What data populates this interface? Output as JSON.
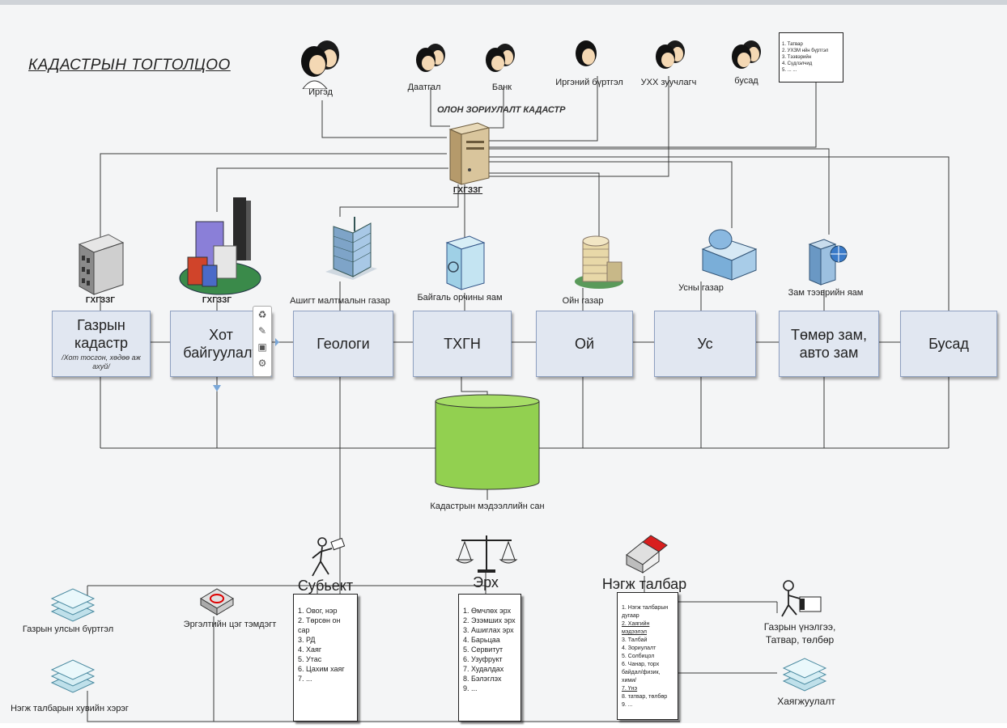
{
  "title": "КАДАСТРЫН ТОГТОЛЦОО",
  "subtitle": "ОЛОН ЗОРИУЛАЛТ КАДАСТР",
  "server_label": "ГХГЗЗГ",
  "stakeholders": [
    "Иргэд",
    "Даатгал",
    "Банк",
    "Иргэний бүртгэл",
    "УХХ зуучлагч",
    "бусад"
  ],
  "other_list": [
    "1. Татвар",
    "2. УХЗМ нйн бүртгэл",
    "3. Тээвэрийн",
    "4. Сүдлэлчид",
    "5. ... ..."
  ],
  "building_labels": [
    "ГХГЗЗГ",
    "ГХГЗЗГ",
    "Ашигт малтмалын газар",
    "Байгаль орчины яам",
    "Ойн газар",
    "Усны газар",
    "Зам тээврийн яам"
  ],
  "boxes": [
    {
      "name": "Газрын кадастр",
      "sub": "/Хот тосгон, хөдөө аж ахуй/"
    },
    {
      "name": "Хот байгуулалт",
      "sub": ""
    },
    {
      "name": "Геологи",
      "sub": ""
    },
    {
      "name": "ТХГН",
      "sub": ""
    },
    {
      "name": "Ой",
      "sub": ""
    },
    {
      "name": "Ус",
      "sub": ""
    },
    {
      "name": "Төмөр зам, авто зам",
      "sub": ""
    },
    {
      "name": "Бусад",
      "sub": ""
    }
  ],
  "database_label": "Кадастрын мэдээллийн сан",
  "subject": {
    "title": "Субьект",
    "items": [
      "1. Овог, нэр",
      "2. Төрсөн он сар",
      "3. РД",
      "4. Хаяг",
      "5. Утас",
      "6. Цахим хаяг",
      "7. ..."
    ]
  },
  "rights": {
    "title": "Эрх",
    "items": [
      "1. Өмчлөх эрх",
      "2. Эзэмших эрх",
      "3. Ашиглах эрх",
      "4. Барьцаа",
      "5. Сервитут",
      "6. Узуфрукт",
      "7. Худалдах",
      "8. Бэлэглэх",
      "9. ..."
    ]
  },
  "parcel": {
    "title": "Нэгж талбар",
    "items": [
      "1. Нэгж талбарын дугаар",
      "2. Хаягийн мэдээлэл",
      "3. Талбай",
      "4. Зориулалт",
      "5. Солбицол",
      "6. Чанар, торх байдал/физик, хими/",
      "7. Үнэ",
      "8. татвар, төлбөр",
      "9. ..."
    ]
  },
  "bottom_labels": {
    "land_registry": "Газрын улсын бүртгэл",
    "geodetic_mark": "Эргэлтийн цэг тэмдэгт",
    "parcel_file": "Нэгж талбарын хувийн хэрэг",
    "valuation_1": "Газрын үнэлгээ,",
    "valuation_2": "Татвар, төлбөр",
    "addressing": "Хаягжуулалт"
  }
}
